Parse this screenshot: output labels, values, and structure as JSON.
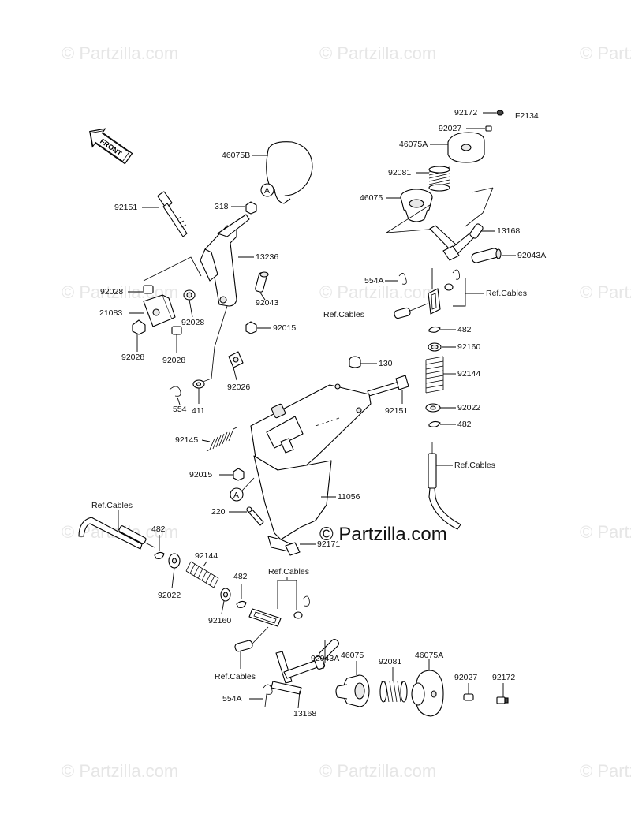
{
  "watermarks": {
    "text": "© Partzilla.com",
    "center_text": "© Partzilla.com"
  },
  "diagram_code": "F2134",
  "front_indicator": "FRONT",
  "callout_letter": "A",
  "ref_cables_label": "Ref.Cables",
  "part_labels": {
    "p92172_top": "92172",
    "p92027_top": "92027",
    "p46075A_top": "46075A",
    "p92081_top": "92081",
    "p46075_top": "46075",
    "p13168_top": "13168",
    "p92043A_top": "92043A",
    "p554A_top": "554A",
    "p482_a": "482",
    "p92160_top": "92160",
    "p92144_top": "92144",
    "p92022_top": "92022",
    "p482_b": "482",
    "p46075B": "46075B",
    "p318": "318",
    "p92151_left": "92151",
    "p13236": "13236",
    "p92028_a": "92028",
    "p21083": "21083",
    "p92028_b": "92028",
    "p92043": "92043",
    "p92015_a": "92015",
    "p92028_c": "92028",
    "p92028_d": "92028",
    "p92026": "92026",
    "p554": "554",
    "p411": "411",
    "p130": "130",
    "p92151_right": "92151",
    "p92145": "92145",
    "p92015_b": "92015",
    "p11056": "11056",
    "p220": "220",
    "p92171": "92171",
    "p482_c": "482",
    "p92144_bot": "92144",
    "p92022_bot": "92022",
    "p92160_bot": "92160",
    "p482_d": "482",
    "p92043A_bot": "92043A",
    "p46075_bot": "46075",
    "p92081_bot": "92081",
    "p46075A_bot": "46075A",
    "p92027_bot": "92027",
    "p92172_bot": "92172",
    "p554A_bot": "554A",
    "p13168_bot": "13168"
  }
}
